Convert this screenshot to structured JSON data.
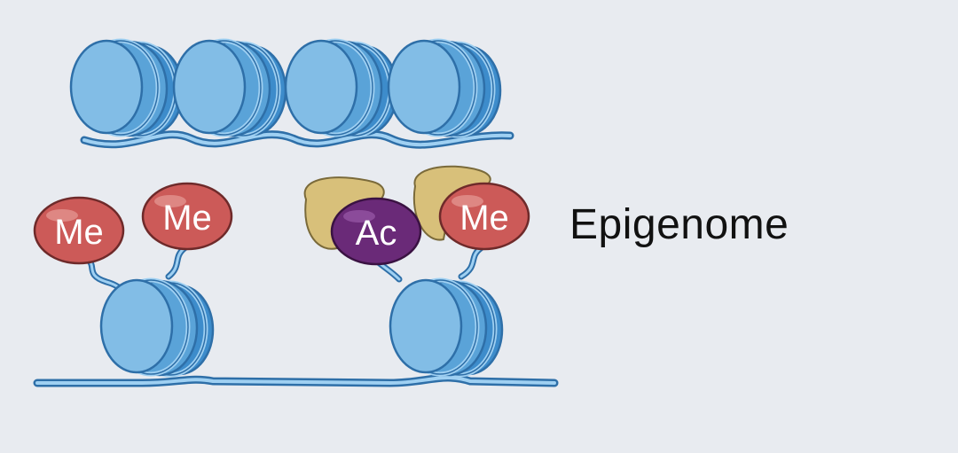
{
  "title": "Epigenome",
  "marks": {
    "me1": "Me",
    "me2": "Me",
    "ac": "Ac",
    "me3": "Me"
  },
  "colors": {
    "background": "#e8ebf0",
    "histone_fill": "#82bde6",
    "histone_dark": "#3d8ccb",
    "histone_outline": "#2e6fa8",
    "dna": "#4aa1dc",
    "methyl": "#cc5a58",
    "acetyl": "#6a2a78",
    "reader": "#d8c07a"
  }
}
